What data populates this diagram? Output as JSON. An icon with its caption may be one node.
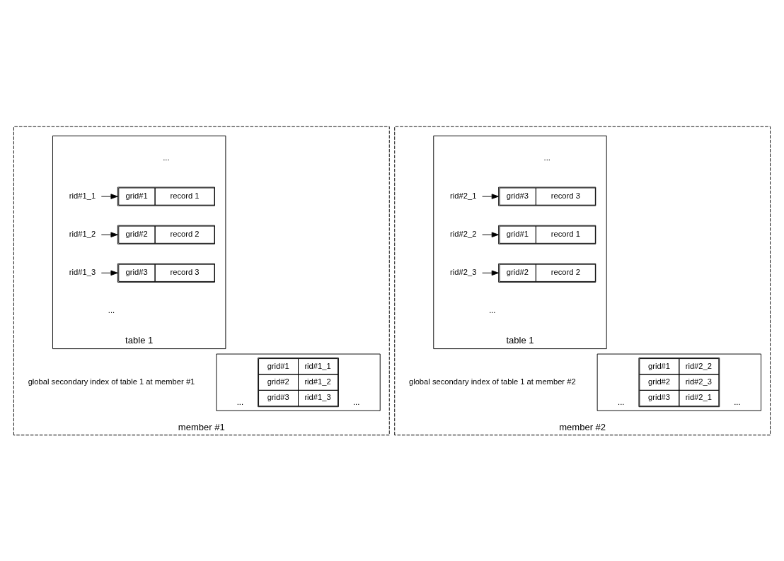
{
  "diagram": {
    "nodes": [
      {
        "text": [
          "member #1"
        ]
      },
      {
        "text": [
          "table 1"
        ],
        "in": 0
      },
      {
        "text": [
          "rid#1_1"
        ],
        "in": 1
      },
      {
        "text": [
          "grid#1",
          "record 1"
        ],
        "in": 1
      },
      {
        "text": [
          "rid#1_2"
        ],
        "in": 1
      },
      {
        "text": [
          "grid#2",
          "record 2"
        ],
        "in": 1
      },
      {
        "text": [
          "rid#1_3"
        ],
        "in": 1
      },
      {
        "text": [
          "grid#3",
          "record 3"
        ],
        "in": 1
      },
      {
        "text": [
          "...",
          "grid#1",
          "rid#1_1",
          "grid#2",
          "rid#1_2",
          "grid#3",
          "rid#1_3",
          "..."
        ],
        "beside": [
          "global secondary index of table 1 at member #1"
        ],
        "in": 0
      },
      {
        "text": [
          "member #2"
        ]
      },
      {
        "text": [
          "table 1"
        ],
        "in": 9
      },
      {
        "text": [
          "rid#2_1"
        ],
        "in": 10
      },
      {
        "text": [
          "grid#3",
          "record 3"
        ],
        "in": 10
      },
      {
        "text": [
          "rid#2_2"
        ],
        "in": 10
      },
      {
        "text": [
          "grid#1",
          "record 1"
        ],
        "in": 10
      },
      {
        "text": [
          "rid#2_3"
        ],
        "in": 10
      },
      {
        "text": [
          "grid#2",
          "record 2"
        ],
        "in": 10
      },
      {
        "text": [
          "...",
          "grid#1",
          "rid#2_2",
          "grid#2",
          "rid#2_3",
          "grid#3",
          "rid#2_1",
          "..."
        ],
        "beside": [
          "global secondary index of table 1 at member #2"
        ],
        "in": 9
      }
    ],
    "edges": [
      {
        "from": 2,
        "to": 3,
        "arrow": "to"
      },
      {
        "from": 4,
        "to": 5,
        "arrow": "to"
      },
      {
        "from": 6,
        "to": 7,
        "arrow": "to"
      },
      {
        "from": 11,
        "to": 12,
        "arrow": "to"
      },
      {
        "from": 13,
        "to": 14,
        "arrow": "to"
      },
      {
        "from": 15,
        "to": 16,
        "arrow": "to"
      }
    ],
    "labels": [
      "...",
      "...",
      "...",
      "..."
    ]
  }
}
